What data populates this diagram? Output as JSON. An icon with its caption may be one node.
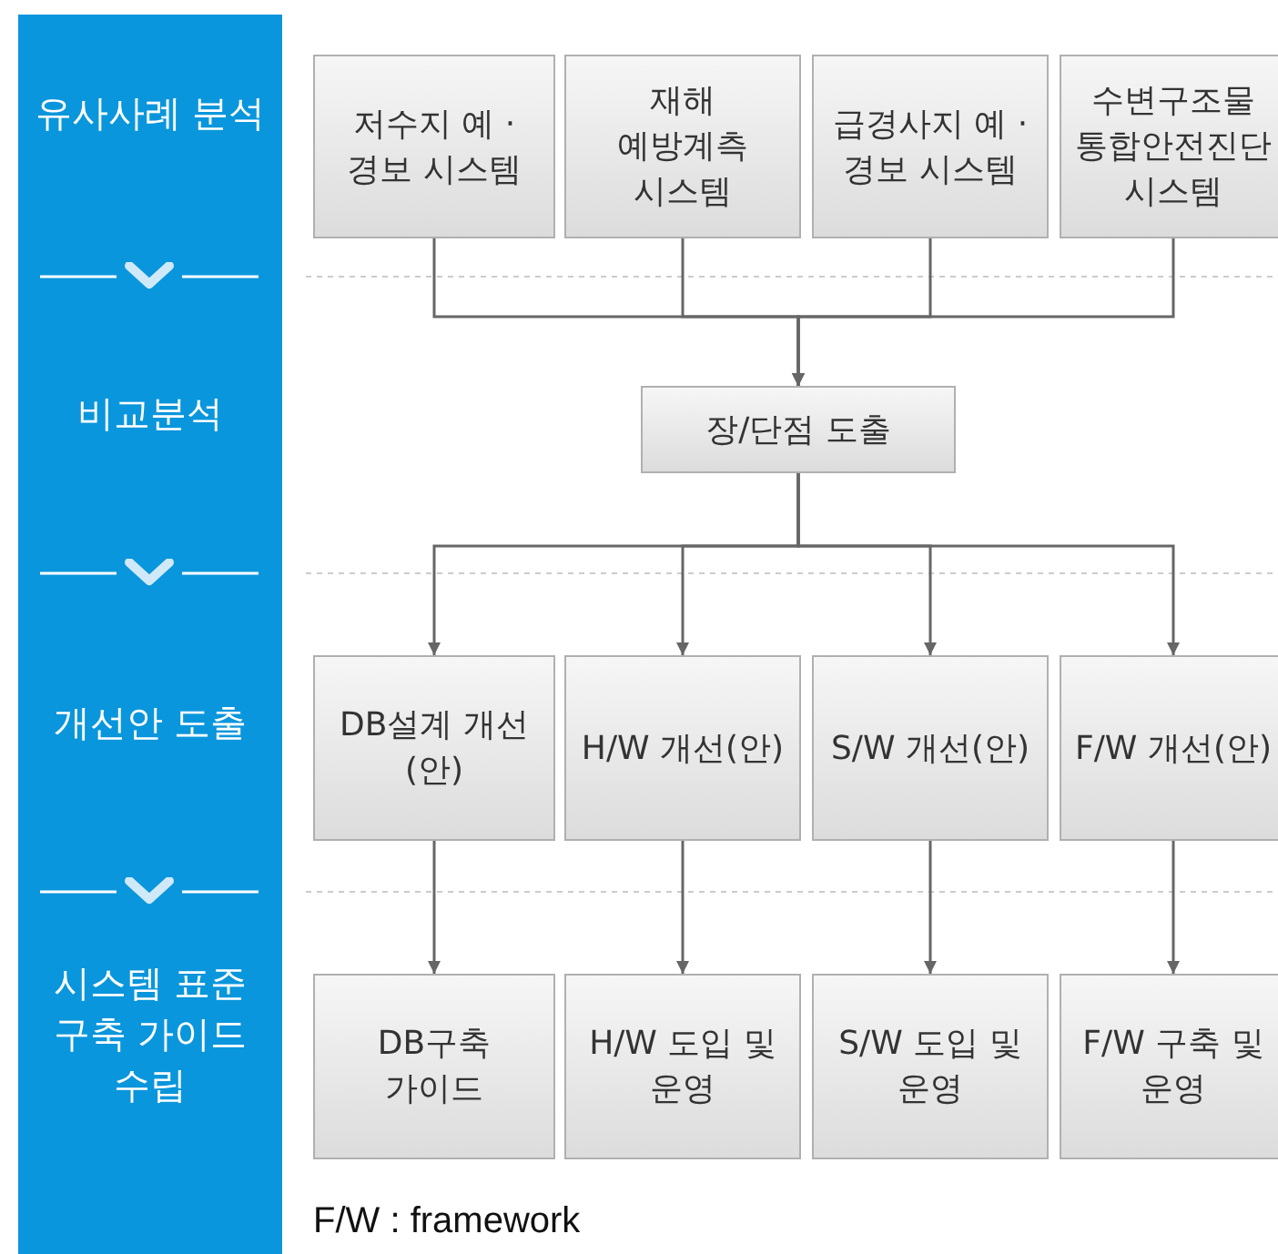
{
  "diagram": {
    "nodes": [
      {
        "text": [
          "유사사례 분석",
          "비교분석",
          "개선안 도출",
          "시스템 표준 구축 가이드 수립"
        ]
      },
      {
        "text": [
          "저수지 예 · 경보 시스템"
        ]
      },
      {
        "text": [
          "재해 예방계측 시스템"
        ]
      },
      {
        "text": [
          "급경사지 예 · 경보 시스템"
        ]
      },
      {
        "text": [
          "수변구조물 통합안전진단 시스템"
        ]
      },
      {
        "text": [
          "장/단점 도출"
        ]
      },
      {
        "text": [
          "DB설계 개선(안)"
        ]
      },
      {
        "text": [
          "H/W 개선(안)"
        ]
      },
      {
        "text": [
          "S/W 개선(안)"
        ]
      },
      {
        "text": [
          "F/W 개선(안)"
        ]
      },
      {
        "text": [
          "DB구축 가이드"
        ]
      },
      {
        "text": [
          "H/W 도입 및 운영"
        ]
      },
      {
        "text": [
          "S/W 도입 및 운영"
        ]
      },
      {
        "text": [
          "F/W 구축 및 운영"
        ]
      }
    ],
    "edges": [
      {
        "from": 1,
        "to": 5,
        "arrow": "to"
      },
      {
        "from": 2,
        "to": 5,
        "arrow": "to"
      },
      {
        "from": 3,
        "to": 5,
        "arrow": "to"
      },
      {
        "from": 4,
        "to": 5,
        "arrow": "to"
      },
      {
        "from": 5,
        "to": 6,
        "arrow": "to"
      },
      {
        "from": 5,
        "to": 7,
        "arrow": "to"
      },
      {
        "from": 5,
        "to": 8,
        "arrow": "to"
      },
      {
        "from": 5,
        "to": 9,
        "arrow": "to"
      },
      {
        "from": 6,
        "to": 10,
        "arrow": "to"
      },
      {
        "from": 7,
        "to": 11,
        "arrow": "to"
      },
      {
        "from": 8,
        "to": 12,
        "arrow": "to"
      },
      {
        "from": 9,
        "to": 13,
        "arrow": "to"
      }
    ],
    "labels": [
      "F/W : framework"
    ]
  }
}
